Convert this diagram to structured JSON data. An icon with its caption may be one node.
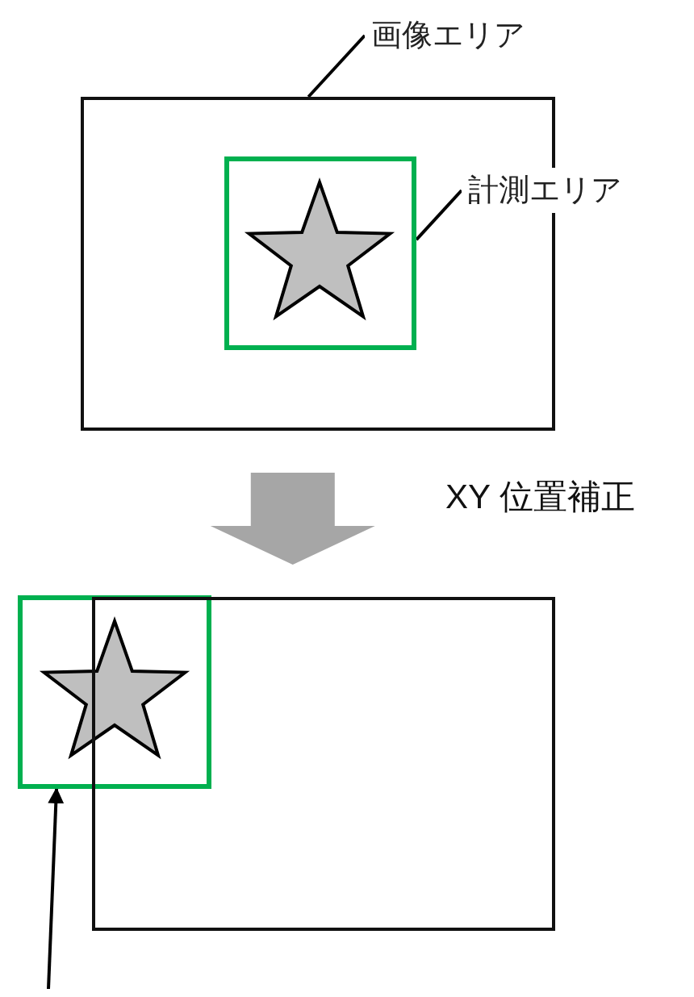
{
  "diagram": {
    "nodes": [
      {
        "text": [
          "画像エリア"
        ]
      },
      {
        "text": [],
        "shape": "box"
      },
      {
        "text": [
          "計測エリア"
        ]
      },
      {
        "text": [],
        "shape": "box",
        "in": 1
      },
      {
        "text": [],
        "shape": "star",
        "in": 3
      },
      {
        "text": [],
        "shape": "box"
      },
      {
        "text": [],
        "shape": "box"
      },
      {
        "text": [],
        "shape": "star",
        "in": 6
      }
    ],
    "edges": [
      {
        "from": 0,
        "to": 1,
        "arrow": "none"
      },
      {
        "from": 2,
        "to": 3,
        "arrow": "none"
      },
      {
        "from": 1,
        "to": 5,
        "arrow": "to",
        "label": "XY 位置補正",
        "style": "thick",
        "color": "#a6a6a6"
      },
      {
        "from": null,
        "to": 6,
        "arrow": "to"
      }
    ]
  }
}
